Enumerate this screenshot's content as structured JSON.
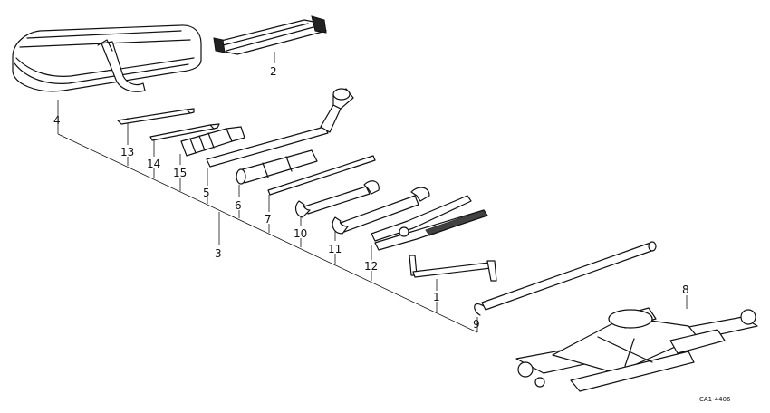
{
  "callouts": {
    "c1": "1",
    "c2": "2",
    "c3": "3",
    "c4": "4",
    "c5": "5",
    "c6": "6",
    "c7": "7",
    "c8": "8",
    "c9": "9",
    "c10": "10",
    "c11": "11",
    "c12": "12",
    "c13": "13",
    "c14": "14",
    "c15": "15"
  },
  "drawing_code": "CA1-4406"
}
